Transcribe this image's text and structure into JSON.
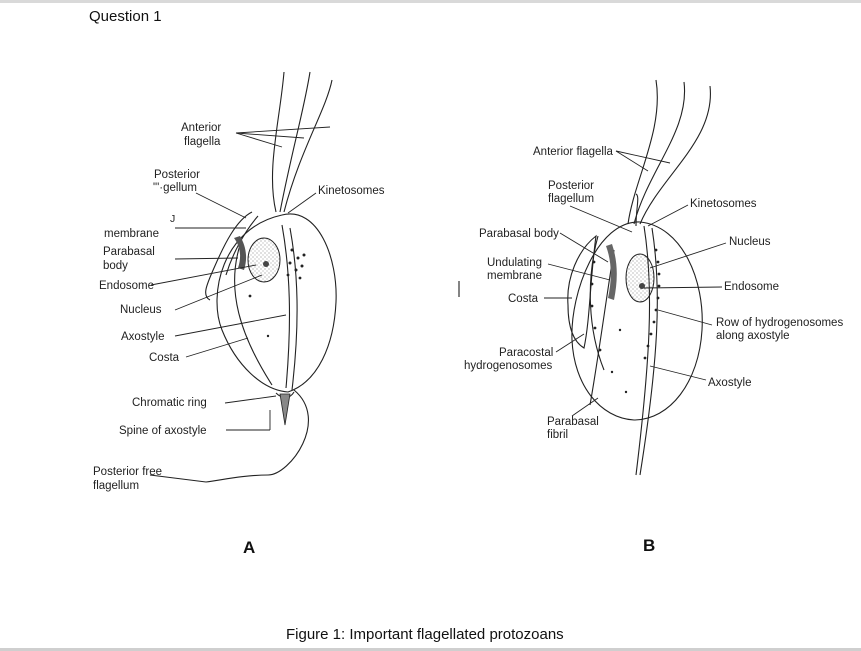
{
  "page": {
    "heading": "Question 1",
    "caption": "Figure 1: Important flagellated protozoans"
  },
  "panel_a": {
    "letter": "A",
    "labels": {
      "anterior_flagella_1": "Anterior",
      "anterior_flagella_2": "flagella",
      "posterior_flagellum_1": "Posterior",
      "posterior_flagellum_2": "\"'·gellum",
      "kinetosomes": "Kinetosomes",
      "membrane_tick": "J",
      "membrane": "membrane",
      "parabasal_body_1": "Parabasal",
      "parabasal_body_2": "body",
      "endosome": "Endosome",
      "nucleus": "Nucleus",
      "axostyle": "Axostyle",
      "costa": "Costa",
      "chromatic_ring": "Chromatic ring",
      "spine_of_axostyle": "Spine of axostyle",
      "posterior_free_flagellum_1": "Posterior free",
      "posterior_free_flagellum_2": "flagellum"
    }
  },
  "panel_b": {
    "letter": "B",
    "labels": {
      "anterior_flagella": "Anterior flagella",
      "posterior_flagellum_1": "Posterior",
      "posterior_flagellum_2": "flagellum",
      "kinetosomes": "Kinetosomes",
      "parabasal_body": "Parabasal body",
      "nucleus": "Nucleus",
      "undulating_membrane_1": "Undulating",
      "undulating_membrane_2": "membrane",
      "endosome": "Endosome",
      "costa": "Costa",
      "row_hydrogenosomes_1": "Row of hydrogenosomes",
      "row_hydrogenosomes_2": "along axostyle",
      "paracostal_1": "Paracostal",
      "paracostal_2": "hydrogenosomes",
      "axostyle": "Axostyle",
      "parabasal_fibril_1": "Parabasal",
      "parabasal_fibril_2": "fibril"
    }
  }
}
